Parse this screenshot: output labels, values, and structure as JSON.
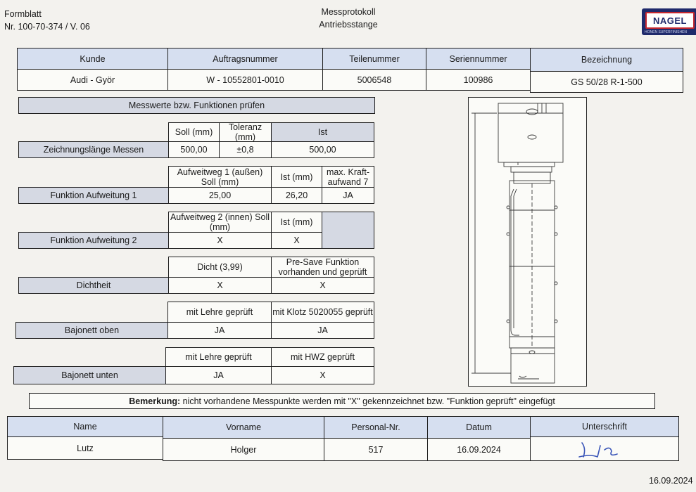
{
  "header": {
    "form_label": "Formblatt",
    "form_number": "Nr. 100-70-374 / V. 06",
    "title": "Messprotokoll",
    "subtitle": "Antriebsstange",
    "logo_text": "NAGEL",
    "logo_tagline": "HONEN SUPERFINISHEN"
  },
  "info_table": {
    "headers": [
      "Kunde",
      "Auftragsnummer",
      "Teilenummer",
      "Seriennummer",
      "Bezeichnung"
    ],
    "values": [
      "Audi - Györ",
      "W - 10552801-0010",
      "5006548",
      "100986",
      "GS 50/28 R-1-500"
    ]
  },
  "section_title": "Messwerte bzw. Funktionen prüfen",
  "measurements": {
    "length": {
      "h_soll": "Soll (mm)",
      "h_tol": "Toleranz (mm)",
      "h_ist": "Ist",
      "label": "Zeichnungslänge Messen",
      "soll": "500,00",
      "tol": "±0,8",
      "ist": "500,00"
    },
    "aufweitung1": {
      "h_weg": "Aufweitweg 1 (außen) Soll (mm)",
      "h_ist": "Ist (mm)",
      "h_kraft": "max. Kraft-aufwand 7",
      "label": "Funktion Aufweitung 1",
      "weg": "25,00",
      "ist": "26,20",
      "kraft": "JA"
    },
    "aufweitung2": {
      "h_weg": "Aufweitweg 2 (innen) Soll (mm)",
      "h_ist": "Ist (mm)",
      "label": "Funktion Aufweitung 2",
      "weg": "X",
      "ist": "X"
    },
    "dichtheit": {
      "h_dicht": "Dicht (3,99)",
      "h_presave": "Pre-Save Funktion vorhanden und geprüft",
      "label": "Dichtheit",
      "dicht": "X",
      "presave": "X"
    },
    "bajonett_oben": {
      "h_lehre": "mit Lehre geprüft",
      "h_klotz": "mit Klotz 5020055 geprüft",
      "label": "Bajonett oben",
      "lehre": "JA",
      "klotz": "JA"
    },
    "bajonett_unten": {
      "h_lehre": "mit Lehre geprüft",
      "h_hwz": "mit HWZ geprüft",
      "label": "Bajonett unten",
      "lehre": "JA",
      "hwz": "X"
    }
  },
  "remark": {
    "label": "Bemerkung:",
    "text": " nicht vorhandene Messpunkte werden mit \"X\" gekennzeichnet bzw. \"Funktion geprüft\" eingefügt"
  },
  "signature_table": {
    "headers": [
      "Name",
      "Vorname",
      "Personal-Nr.",
      "Datum",
      "Unterschrift"
    ],
    "values": [
      "Lutz",
      "Holger",
      "517",
      "16.09.2024"
    ]
  },
  "footer_date": "16.09.2024",
  "colors": {
    "header_fill": "#d6dff0",
    "label_fill": "#d5d9e3",
    "signature_ink": "#3a55b8",
    "logo_blue": "#1f2a6b",
    "logo_red": "#c4272f"
  }
}
